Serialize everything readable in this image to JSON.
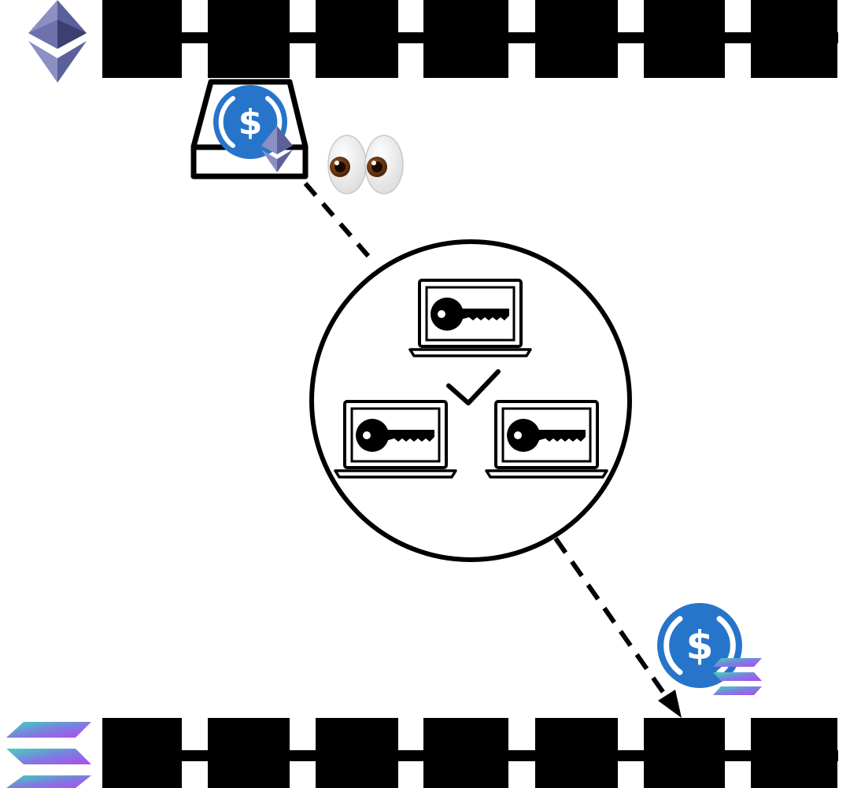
{
  "diagram": {
    "top_chain": {
      "name": "ethereum-chain",
      "logo_icon": "ethereum-icon",
      "block_count": 7
    },
    "bottom_chain": {
      "name": "solana-chain",
      "logo_icon": "solana-icon",
      "block_count": 7
    },
    "source_vault": {
      "icon": "inbox-tray-icon",
      "token_icon": "usdc-icon",
      "network_badge": "ethereum-icon"
    },
    "observer": {
      "icon": "eyes-icon"
    },
    "validators": {
      "count": 3,
      "node_icon": "laptop-key-icon",
      "consensus_icon": "checkmark-icon"
    },
    "destination_token": {
      "token_icon": "usdc-icon",
      "network_badge": "solana-icon"
    },
    "colors": {
      "usdc_blue": "#2775CA",
      "eth_dark": "#4f5589",
      "eth_light": "#8c8fc3",
      "sol_teal": "#3ed6b8",
      "sol_purple": "#9945FF",
      "block": "#000000"
    }
  }
}
